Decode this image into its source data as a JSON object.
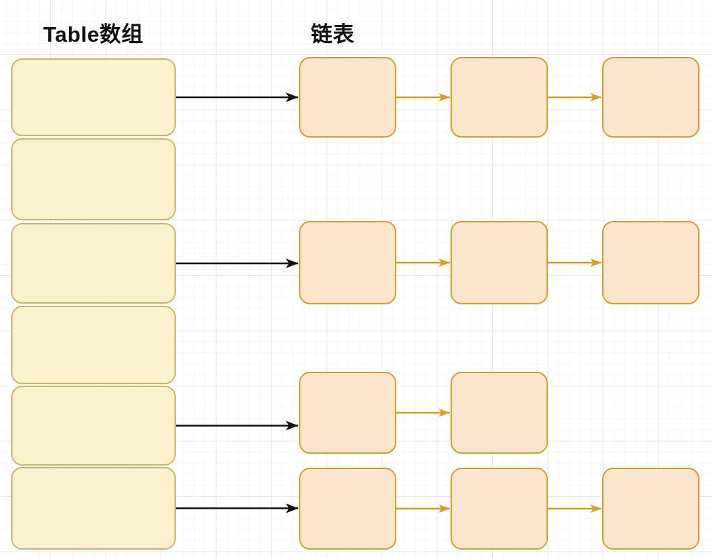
{
  "titles": {
    "left": "Table数组",
    "right": "链表"
  },
  "colors": {
    "background": "#ffffff",
    "grid_major": "#e9e9ee",
    "grid_minor": "#f6f6f9",
    "bucket_fill": "#fcf1ce",
    "bucket_stroke": "#cdb566",
    "node_fill": "#fbe5cc",
    "node_stroke": "#d2a02c",
    "chain_arrow": "#d79b22",
    "bucket_arrow": "#121212",
    "title_color": "#111111"
  },
  "diagram": {
    "type": "hash-table",
    "bucket_count": 6,
    "buckets": [
      {
        "index": 0,
        "chain_length": 3
      },
      {
        "index": 1,
        "chain_length": 0
      },
      {
        "index": 2,
        "chain_length": 3
      },
      {
        "index": 3,
        "chain_length": 0
      },
      {
        "index": 4,
        "chain_length": 2
      },
      {
        "index": 5,
        "chain_length": 3
      }
    ]
  }
}
